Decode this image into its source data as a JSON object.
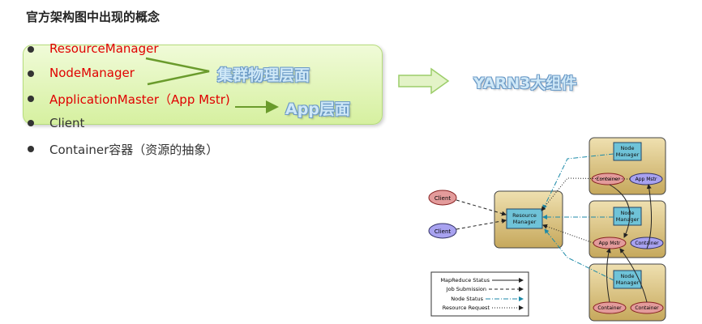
{
  "title": "官方架构图中出现的概念",
  "concepts": [
    {
      "label": "ResourceManager",
      "color": "#e00000"
    },
    {
      "label": "NodeManager",
      "color": "#e00000"
    },
    {
      "label": "ApplicationMaster（App Mstr)",
      "color": "#e00000"
    },
    {
      "label": "Client",
      "color": "#333333"
    },
    {
      "label": "Container容器（资源的抽象）",
      "color": "#333333"
    }
  ],
  "callouts": {
    "cluster_physical": "集群物理层面",
    "app_level": "App层面",
    "yarn_components": "YARN3大组件"
  },
  "diagram": {
    "clients": [
      "Client",
      "Client"
    ],
    "resource_manager": "Resource Manager",
    "nodes": [
      {
        "manager": "Node Manager",
        "left_pill": "Container",
        "right_pill": "App Mstr"
      },
      {
        "manager": "Node Manager",
        "left_pill": "App Mstr",
        "right_pill": "Container"
      },
      {
        "manager": "Node Manager",
        "left_pill": "Container",
        "right_pill": "Container"
      }
    ],
    "legend": [
      "MapReduce Status",
      "Job Submission",
      "Node Status",
      "Resource Request"
    ]
  },
  "colors": {
    "red_text": "#e00000",
    "green_box": "#d6f0a0",
    "callout_fill": "#cfe8f7",
    "callout_outline": "#6b9ac7",
    "node_bg": "#d8c07a",
    "manager_box": "#6fc3d8",
    "pill_red": "#e39b9b",
    "pill_purple": "#a8a2f0",
    "node_status_line": "#1c8aa8"
  }
}
